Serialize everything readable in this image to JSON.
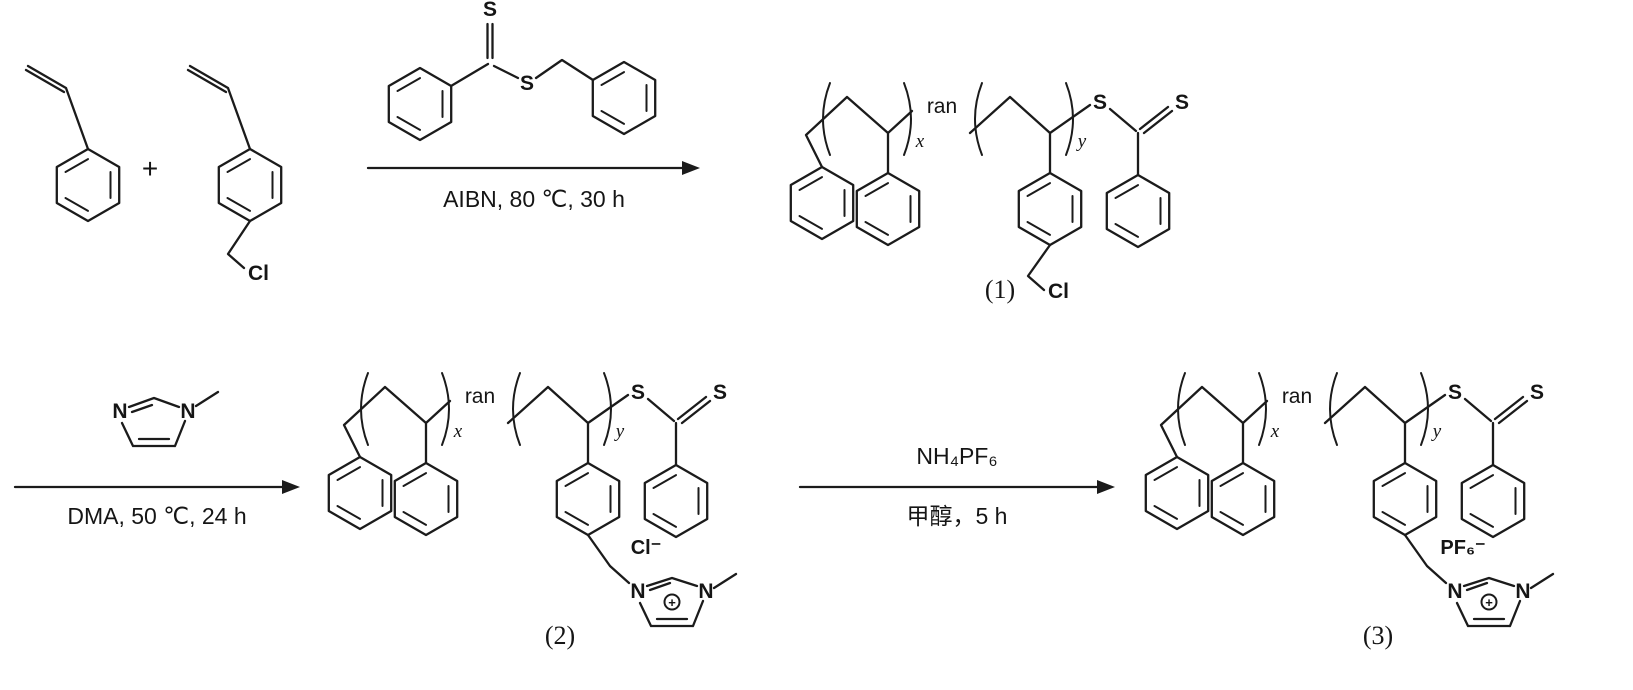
{
  "scheme": {
    "plus_sign": "+",
    "step1": {
      "conditions": "AIBN, 80 ℃, 30 h"
    },
    "step2": {
      "conditions": "DMA, 50 ℃, 24 h"
    },
    "step3": {
      "reagent": "NH₄PF₆",
      "conditions": "甲醇，5 h"
    }
  },
  "atoms": {
    "sulfur": "S",
    "chlorine": "Cl",
    "nitrogen": "N",
    "plus_charge": "+"
  },
  "polymer_notation": {
    "random_copolymer": "ran",
    "subscript_x": "x",
    "subscript_y": "y"
  },
  "counterions": {
    "chloride": "Cl⁻",
    "hexafluorophosphate": "PF₆⁻"
  },
  "product_labels": {
    "p1": "(1)",
    "p2": "(2)",
    "p3": "(3)"
  }
}
